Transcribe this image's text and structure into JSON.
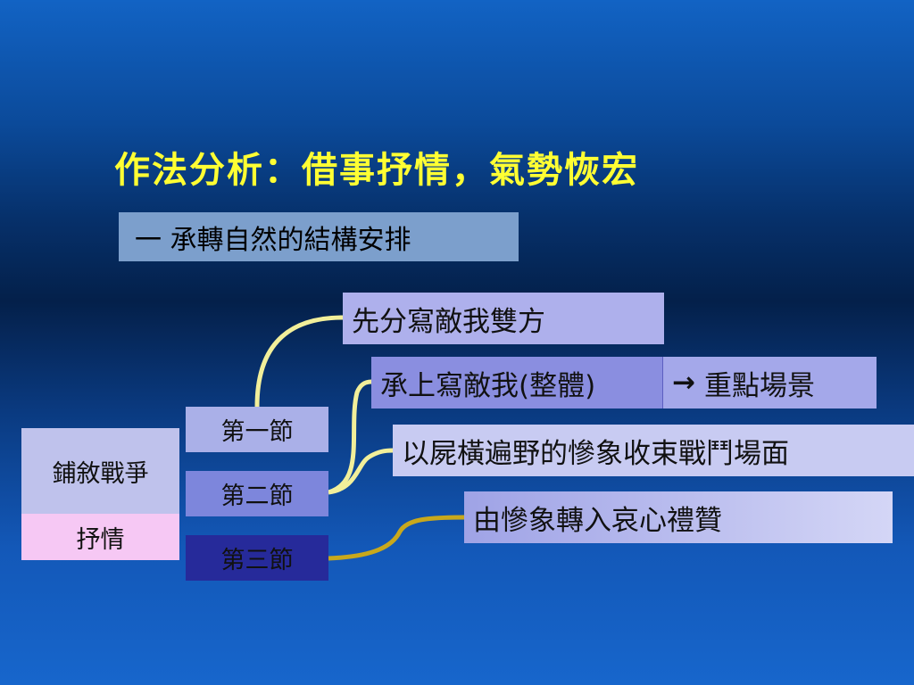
{
  "slide": {
    "title": "作法分析：借事抒情，氣勢恢宏",
    "subtitle": "一  承轉自然的結構安排"
  },
  "left": {
    "narrate": "鋪敘戰爭",
    "emotion": "抒情"
  },
  "sections": [
    {
      "label": "第一節"
    },
    {
      "label": "第二節"
    },
    {
      "label": "第三節"
    }
  ],
  "results": {
    "r1": "先分寫敵我雙方",
    "r2": "承上寫敵我(整體)",
    "r2_arrow": "→",
    "r2_focus": "重點場景",
    "r3": "以屍橫遍野的慘象收束戰鬥場面",
    "r4": "由慘象轉入哀心禮贊"
  },
  "colors": {
    "title": "#ffff33",
    "link_primary": "#f2ef9a",
    "link_secondary": "#c8a81c"
  }
}
